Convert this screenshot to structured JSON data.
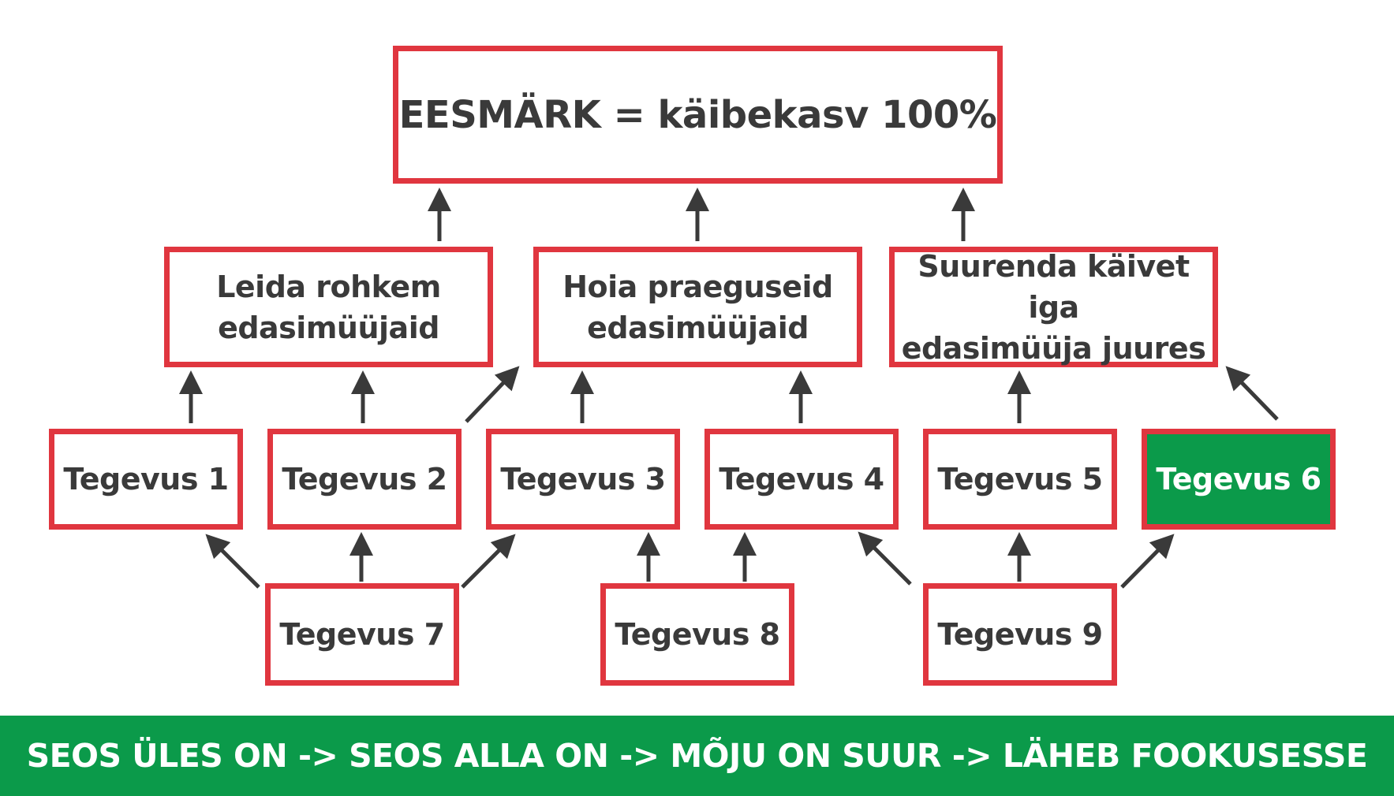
{
  "goal": {
    "text": "EESMÄRK = käibekasv 100%"
  },
  "strategies": [
    {
      "line1": "Leida rohkem",
      "line2": "edasimüüjaid"
    },
    {
      "line1": "Hoia praeguseid",
      "line2": "edasimüüjaid"
    },
    {
      "line1": "Suurenda käivet iga",
      "line2": "edasimüüja juures"
    }
  ],
  "activities": [
    {
      "label": "Tegevus 1"
    },
    {
      "label": "Tegevus 2"
    },
    {
      "label": "Tegevus 3"
    },
    {
      "label": "Tegevus 4"
    },
    {
      "label": "Tegevus 5"
    },
    {
      "label": "Tegevus 6",
      "highlighted": true
    },
    {
      "label": "Tegevus 7"
    },
    {
      "label": "Tegevus 8"
    },
    {
      "label": "Tegevus 9"
    }
  ],
  "footer": {
    "text": "SEOS ÜLES ON -> SEOS ALLA ON -> MÕJU ON SUUR -> LÄHEB FOOKUSESSE"
  },
  "colors": {
    "box_border": "#e0363f",
    "highlight_fill": "#0b9a4a",
    "footer_fill": "#0b9a4a",
    "text": "#3a3a3a",
    "arrow": "#3a3a3a"
  },
  "icons": {
    "connector": "arrow-icon"
  }
}
